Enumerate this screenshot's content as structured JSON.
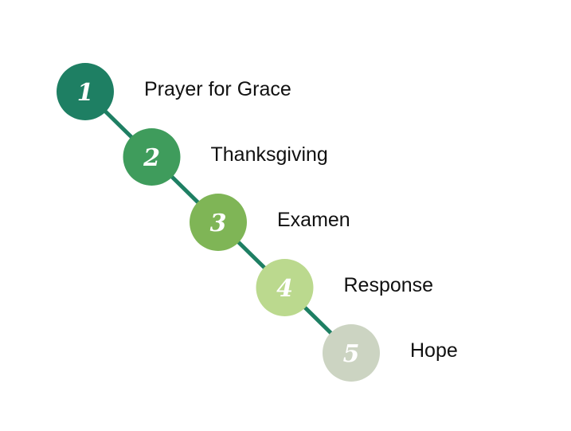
{
  "diagram": {
    "connector_color": "#1e7f63",
    "steps": [
      {
        "number": "1",
        "label": "Prayer for Grace",
        "color": "#1e7f63"
      },
      {
        "number": "2",
        "label": "Thanksgiving",
        "color": "#3f9c5c"
      },
      {
        "number": "3",
        "label": "Examen",
        "color": "#7fb556"
      },
      {
        "number": "4",
        "label": "Response",
        "color": "#bbd98e"
      },
      {
        "number": "5",
        "label": "Hope",
        "color": "#ccd4c2"
      }
    ]
  }
}
